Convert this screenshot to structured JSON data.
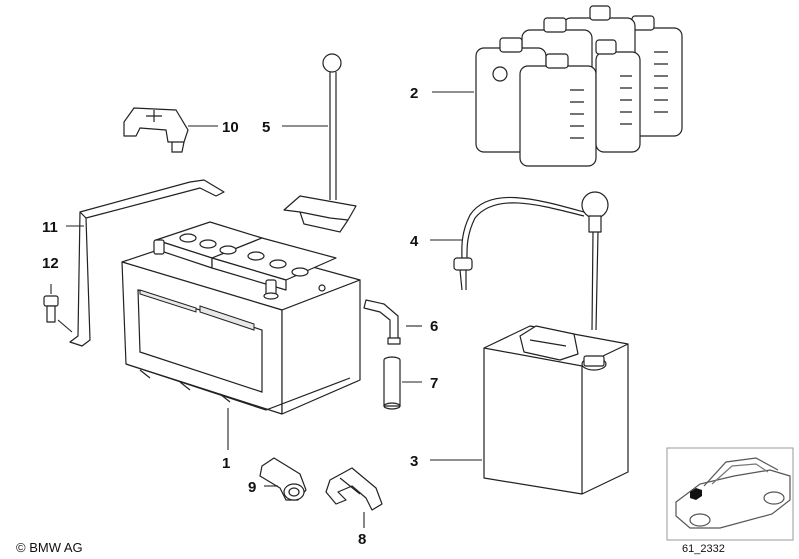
{
  "callouts": {
    "c1": "1",
    "c2": "2",
    "c3": "3",
    "c4": "4",
    "c5": "5",
    "c6": "6",
    "c7": "7",
    "c8": "8",
    "c9": "9",
    "c10": "10",
    "c11": "11",
    "c12": "12"
  },
  "footer": {
    "copyright": "© BMW AG",
    "drawing_ref": "61_2332"
  },
  "colors": {
    "line": "#222222",
    "background": "#ffffff",
    "inset_frame": "#9a9a9a"
  }
}
